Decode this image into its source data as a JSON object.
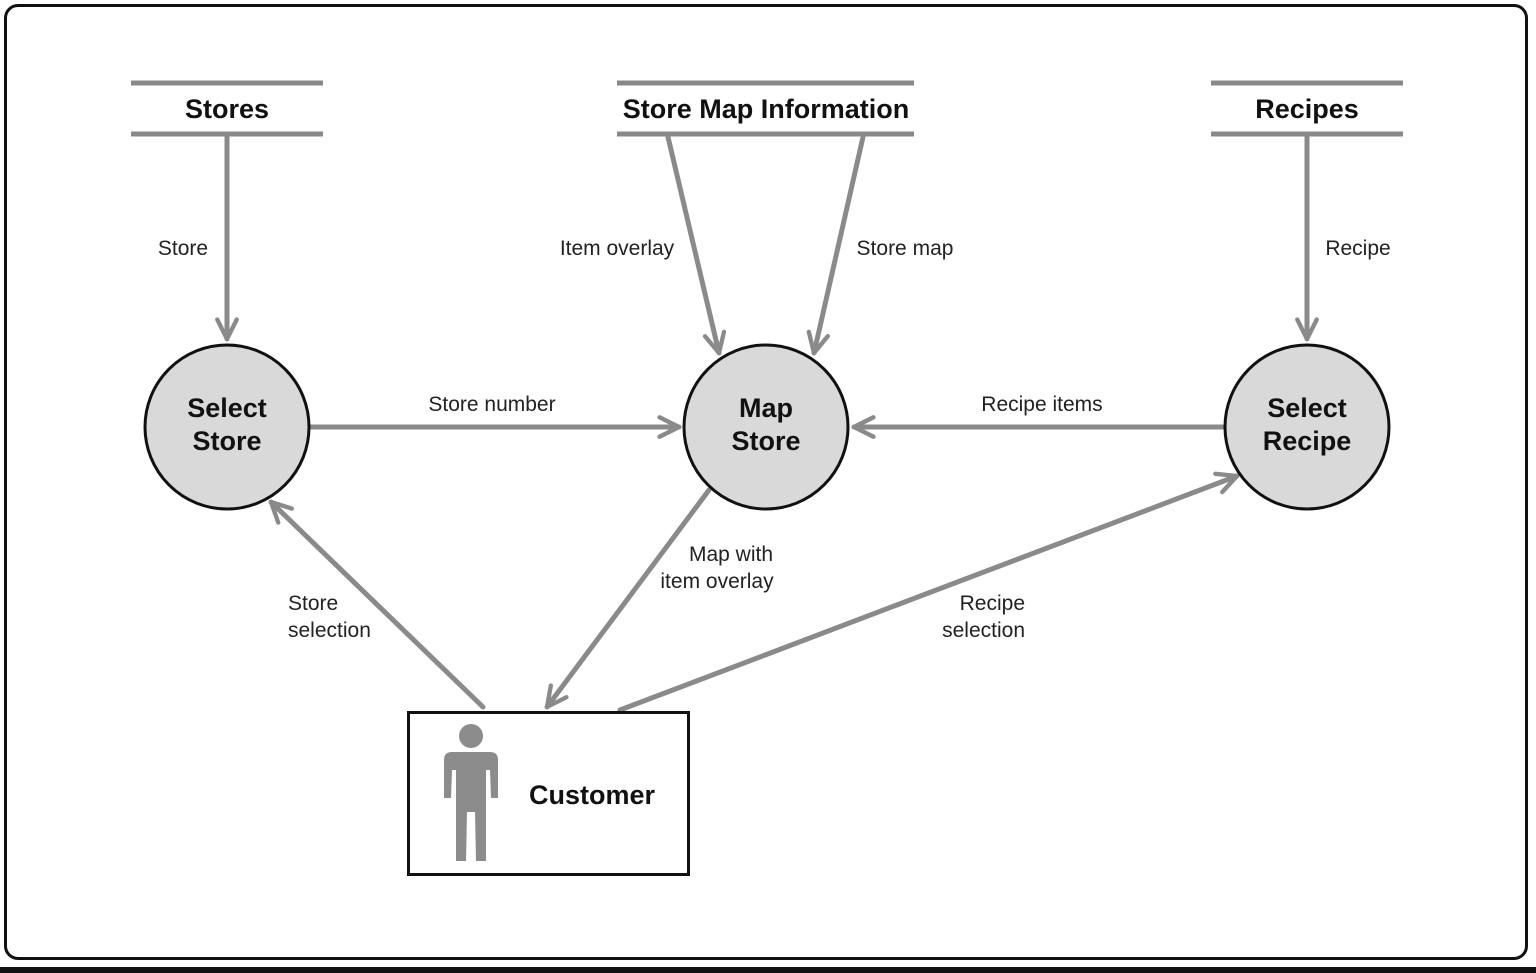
{
  "colors": {
    "flow_line": "#8a8a8a",
    "process_fill": "#d9d9d9",
    "process_stroke": "#111111",
    "text": "#111111",
    "person_icon": "#8c8c8c"
  },
  "data_stores": {
    "stores": "Stores",
    "store_map_information": "Store Map Information",
    "recipes": "Recipes"
  },
  "processes": {
    "select_store": [
      "Select",
      "Store"
    ],
    "map_store": [
      "Map",
      "Store"
    ],
    "select_recipe": [
      "Select",
      "Recipe"
    ]
  },
  "external_entity": {
    "customer": "Customer",
    "icon": "person-icon"
  },
  "flows": {
    "store": "Store",
    "item_overlay": "Item overlay",
    "store_map": "Store map",
    "recipe": "Recipe",
    "store_number": "Store number",
    "recipe_items": "Recipe items",
    "map_with_item_overlay": [
      "Map with",
      "item overlay"
    ],
    "store_selection": [
      "Store",
      "selection"
    ],
    "recipe_selection": [
      "Recipe",
      "selection"
    ]
  }
}
